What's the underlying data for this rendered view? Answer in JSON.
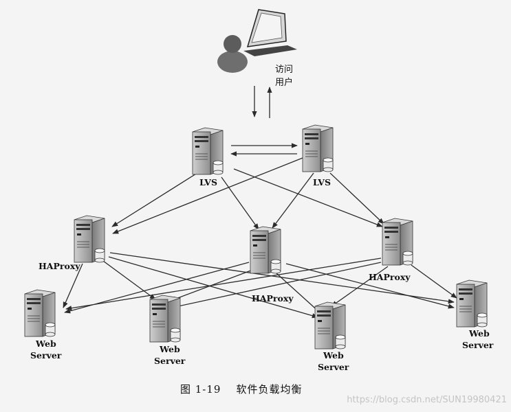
{
  "user": {
    "label_line1": "访问",
    "label_line2": "用户"
  },
  "nodes": {
    "lvs1": "LVS",
    "lvs2": "LVS",
    "haproxy1": "HAProxy",
    "haproxy2": "HAProxy",
    "haproxy3": "HAProxy",
    "web1": [
      "Web",
      "Server"
    ],
    "web2": [
      "Web",
      "Server"
    ],
    "web3": [
      "Web",
      "Server"
    ],
    "web4": [
      "Web",
      "Server"
    ]
  },
  "caption": {
    "figure_number": "图 1-19",
    "title": "软件负载均衡"
  },
  "watermark": "https://blog.csdn.net/SUN19980421",
  "colors": {
    "line": "#2b2b2b",
    "server_body": "#a9a9a9",
    "server_dark": "#5a5a5a"
  }
}
